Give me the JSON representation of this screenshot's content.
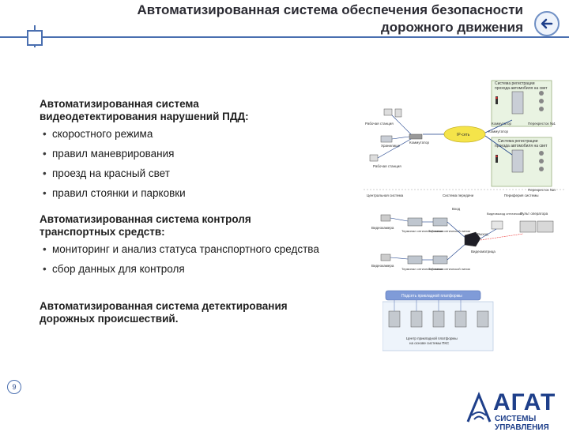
{
  "header": {
    "title_line1": "Автоматизированная система обеспечения безопасности",
    "title_line2": "дорожного движения",
    "back_icon": "arrow-left-icon"
  },
  "sections": [
    {
      "title": "Автоматизированная система\nвидеодетектирования нарушений ПДД:",
      "items": [
        "скоростного режима",
        "правил маневрирования",
        "проезд на красный свет",
        "правил стоянки и парковки"
      ]
    },
    {
      "title": "Автоматизированная система контроля\nтранспортных средств:",
      "items": [
        "мониторинг  и анализ статуса транспортного средства",
        "сбор данных  для контроля"
      ]
    },
    {
      "title": "Автоматизированная система детектирования\nдорожных  происшествий.",
      "items": []
    }
  ],
  "diagram1": {
    "reg_system_1": "Система регистрации",
    "reg_system_1b": "прохода автомобиля на свет",
    "reg_system_2": "Система регистрации",
    "reg_system_2b": "проезда автомобиля на свет",
    "workstation_1": "Рабочая станция",
    "workstation_2": "Рабочая станция",
    "storage": "Хранилище",
    "network": "IP-сеть",
    "switch_1": "Коммутатор",
    "switch_2": "Коммутатор",
    "switch_3": "Коммутатор",
    "crossing_1": "Перекресток №1",
    "crossing_2": "Перекресток №n",
    "central_system": "Центральная система",
    "transfer_system": "Система передачи",
    "peripheral_system": "Периферия системы"
  },
  "diagram2": {
    "camera_1": "Видеокамера",
    "camera_2": "Видеокамера",
    "terminal_1": "Терминал оптической линии",
    "terminal_2": "Терминал оптической линии",
    "terminal_3": "Терминал оптической линии",
    "terminal_4": "Терминал оптической линии",
    "input": "Вход",
    "output": "Выход",
    "video_output": "Видеовыход оптической",
    "video_matrix": "Видеоматрица",
    "monitors": "Пульт оператора"
  },
  "diagram3": {
    "platform": "Подсеть прикладной платформы",
    "center": "Центр прикладной платформы",
    "center_b": "на основе системы ПКС"
  },
  "page_number": "9",
  "logo": {
    "name": "АГАТ",
    "subtitle": "СИСТЕМЫ УПРАВЛЕНИЯ",
    "brand_color": "#1e3f8a"
  }
}
